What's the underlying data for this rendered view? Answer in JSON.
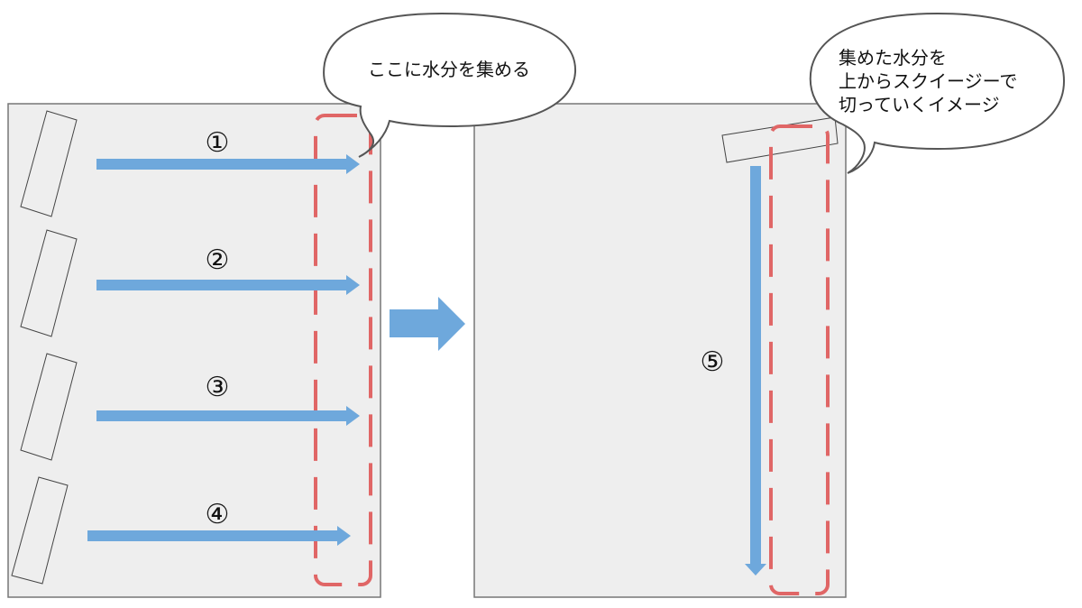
{
  "colors": {
    "panel_fill": "#eeeeee",
    "panel_stroke": "#777777",
    "arrow": "#6ea8dc",
    "dash": "#e06666",
    "squeegee_stroke": "#444444",
    "bubble_fill": "#ffffff",
    "bubble_stroke": "#555555",
    "text": "#111111"
  },
  "left_panel": {
    "name": "left-window",
    "strokes": [
      {
        "label": "①"
      },
      {
        "label": "②"
      },
      {
        "label": "③"
      },
      {
        "label": "④"
      }
    ],
    "collect_zone": "collection-area"
  },
  "transition_arrow": "next-step-arrow",
  "right_panel": {
    "name": "right-window",
    "stroke": {
      "label": "⑤"
    }
  },
  "bubbles": {
    "left": {
      "lines": [
        "ここに水分を集める"
      ]
    },
    "right": {
      "lines": [
        "集めた水分を",
        "上からスクイージーで",
        "切っていくイメージ"
      ]
    }
  }
}
